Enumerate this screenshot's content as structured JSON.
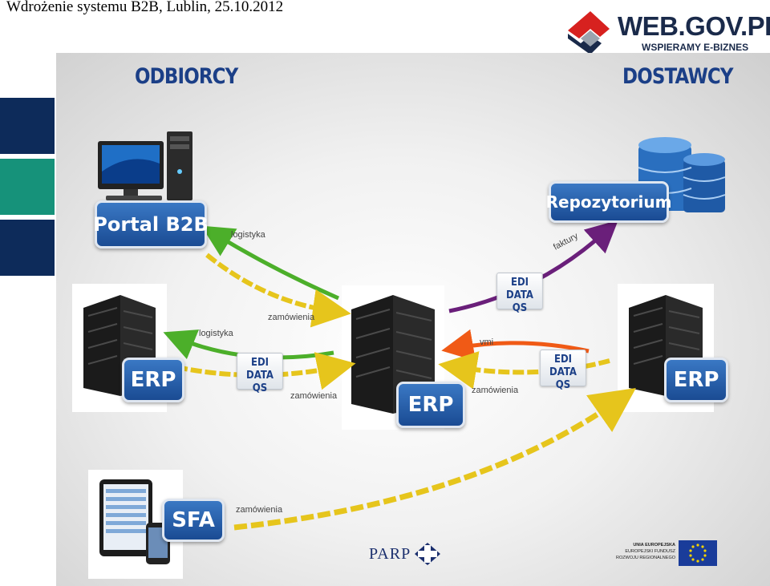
{
  "header": {
    "title": "Wdrożenie systemu B2B, Lublin, 25.10.2012"
  },
  "logo": {
    "main": "WEB.GOV.PL",
    "sub": "WSPIERAMY E-BIZNES"
  },
  "sections": {
    "left": "ODBIORCY",
    "right": "DOSTAWCY"
  },
  "buttons": {
    "portal": "Portal B2B",
    "repo": "Repozytorium",
    "erp": "ERP",
    "sfa": "SFA"
  },
  "edi": {
    "line1": "EDI",
    "line2": "DATA QS"
  },
  "labels": {
    "logistyka_top": "logistyka",
    "logistyka_mid": "logistyka",
    "faktury": "faktury",
    "zamowienia_top": "zamówienia",
    "zamowienia_mid": "zamówienia",
    "vmi": "vmi",
    "zamowienia_right": "zamówienia",
    "zamowienia_sfa": "zamówienia"
  },
  "footer": {
    "parp": "PARP",
    "eu_line1": "UNIA EUROPEJSKA",
    "eu_line2": "EUROPEJSKI FUNDUSZ",
    "eu_line3": "ROZWOJU REGIONALNEGO"
  },
  "colors": {
    "navy": "#0d2b5a",
    "teal": "#16927a",
    "green": "#4caf2a",
    "yellow": "#e6c51c",
    "purple": "#6a1f7a",
    "orange": "#f05a16",
    "button_blue": "#2a63b0"
  }
}
